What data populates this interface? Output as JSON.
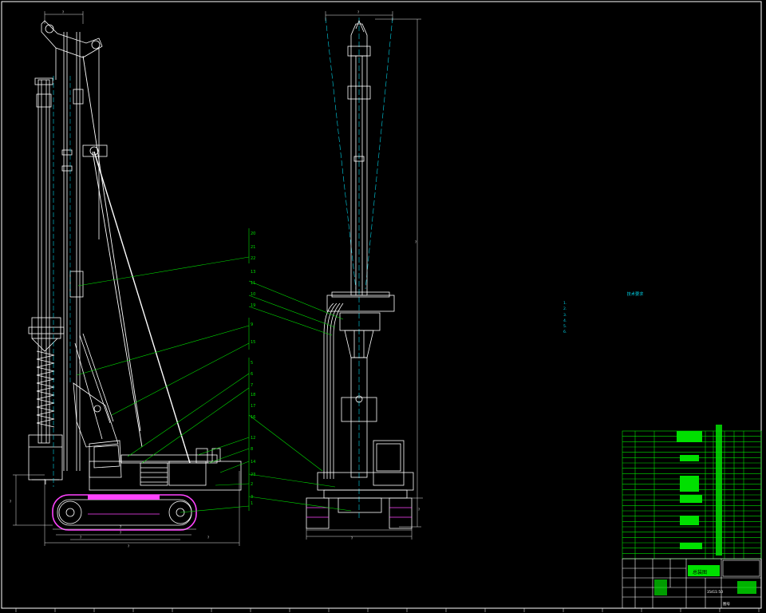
{
  "drawing": {
    "background": "#000000",
    "colors": {
      "outline": "#ffffff",
      "leader": "#00e000",
      "dimension": "#e8e8e8",
      "centerline": "#00d2e6",
      "track_highlight": "#ff44ff",
      "dimension_red": "#ff3030"
    }
  },
  "side_view": {
    "balloons": [
      "20",
      "21",
      "22",
      "9",
      "15",
      "5",
      "6",
      "7",
      "18",
      "17",
      "16",
      "12",
      "8",
      "14",
      "2",
      "1"
    ],
    "dimensions": {
      "top": "?",
      "height": "?",
      "track_overall": "?",
      "track_inner": "?",
      "track_pitch": "?",
      "rear": "?",
      "total": "?"
    }
  },
  "front_view": {
    "balloons": [
      "13",
      "11",
      "10",
      "19",
      "23",
      "3"
    ],
    "dimensions": {
      "top": "?",
      "height": "?",
      "track_width": "?",
      "right_small": "?"
    }
  },
  "tech_notes": {
    "title": "技术要求",
    "lines": [
      "1.",
      "2.",
      "3.",
      "4.",
      "5.",
      "6."
    ]
  },
  "parts_list": {
    "rows": 24,
    "header": {
      "col_no": "",
      "col_code": "",
      "col_name": "",
      "col_qty": "",
      "col_mat": "",
      "col_weight": "",
      "col_note": ""
    }
  },
  "title_block": {
    "drawing_name": "总装图",
    "company": "",
    "scale": "1:50",
    "weight": "3541",
    "sheet": "",
    "marker": "图号"
  }
}
